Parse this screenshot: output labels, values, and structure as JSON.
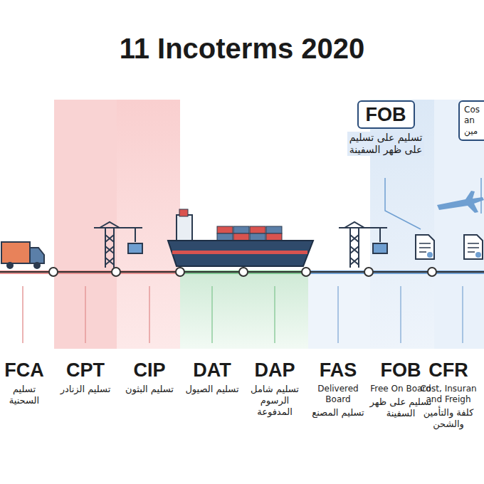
{
  "diagram": {
    "title": "11 Incoterms 2020",
    "nodes": [
      {
        "text": [
          "FOB",
          "تسليم على تسليم على ظهر السفينة"
        ]
      },
      {
        "text": [
          "Cos",
          "an",
          "مين"
        ]
      }
    ],
    "labels": [
      "FCA",
      "تسليم السحنية",
      "CPT",
      "تسليم الزنادر",
      "CIP",
      "تسليم البثون",
      "DAT",
      "تسليم الصيول",
      "DAP",
      "تسليم شامل الرسوم المدفوعة",
      "FAS",
      "Delivered Board",
      "تسليم المصنع",
      "FOB",
      "Free On Board",
      "تسليم على ظهر السفينة",
      "CFR",
      "Cost, Insuran and Freigh",
      "كلفة والتأمين والشحن"
    ]
  }
}
